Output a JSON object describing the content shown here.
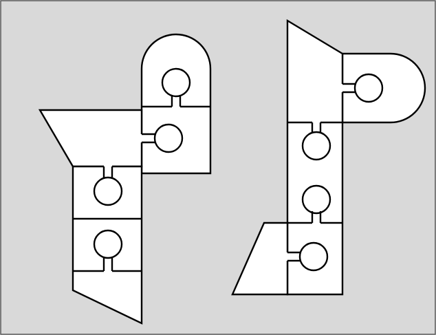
{
  "figure": {
    "background_color": "#d9d9d9",
    "frame_color": "#555555",
    "piece_fill": "#ffffff",
    "outline_color": "#000000"
  },
  "left_assembly": {
    "pieces": [
      "trapezoid",
      "column-piece",
      "column-piece",
      "slanted-foot",
      "square-piece",
      "arch-cap"
    ]
  },
  "right_assembly": {
    "pieces": [
      "slanted-top",
      "half-round-cap",
      "column-piece",
      "column-piece",
      "square-piece",
      "trapezoid-foot"
    ]
  }
}
